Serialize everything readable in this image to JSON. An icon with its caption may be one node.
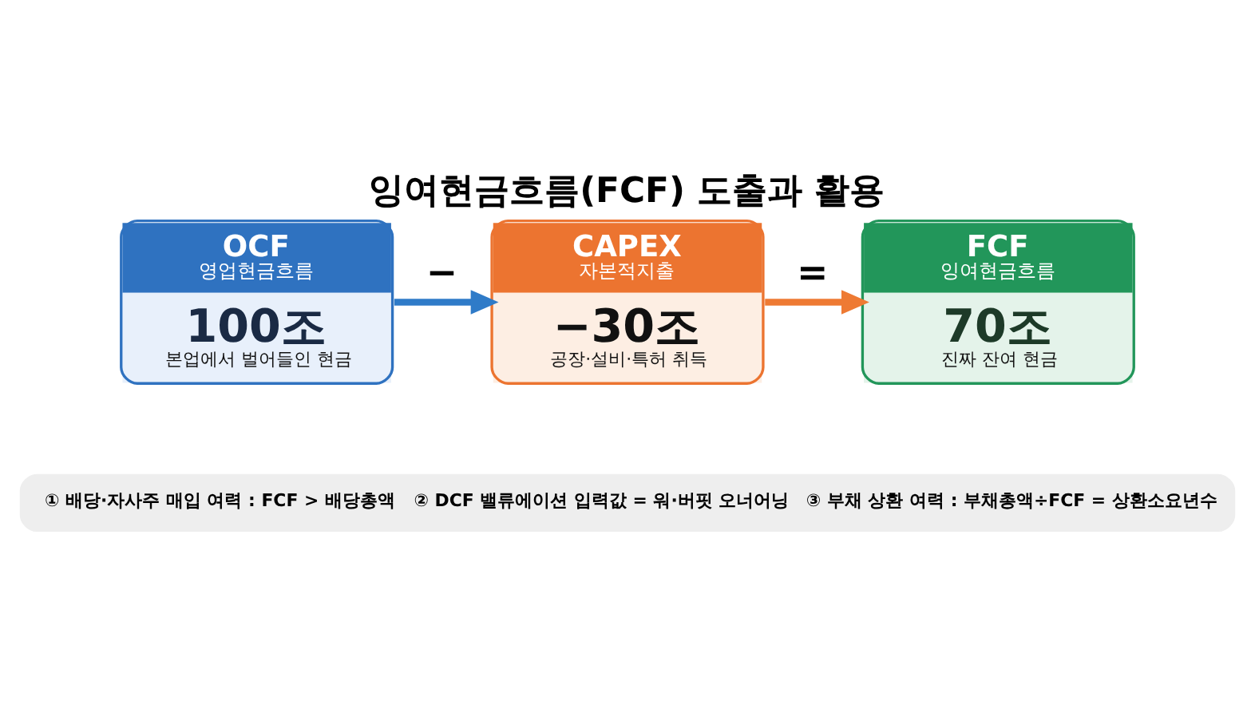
{
  "diagram": {
    "title": "잉여현금흐름(FCF) 도출과 활용",
    "nodes": [
      {
        "text": [
          "OCF",
          "영업현금흐름",
          "100조",
          "본업에서 벌어들인 현금"
        ]
      },
      {
        "text": [
          "CAPEX",
          "자본적지출",
          "−30조",
          "공장·설비·특허 취득"
        ]
      },
      {
        "text": [
          "FCF",
          "잉여현금흐름",
          "70조",
          "진짜 잔여 현금"
        ]
      },
      {
        "text": [
          "① 배당·자사주 매입 여력 : FCF > 배당총액",
          "② DCF 밸류에이션 입력값 = 워·버핏 오너어닝",
          "③ 부채 상환 여력 : 부채총액÷FCF = 상환소요년수"
        ]
      }
    ],
    "edges": [
      {
        "from": 0,
        "to": 1,
        "arrow": "to",
        "label": "−",
        "color": "#2f7bc8"
      },
      {
        "from": 1,
        "to": 2,
        "arrow": "to",
        "label": "=",
        "color": "#ee7a33"
      }
    ]
  }
}
